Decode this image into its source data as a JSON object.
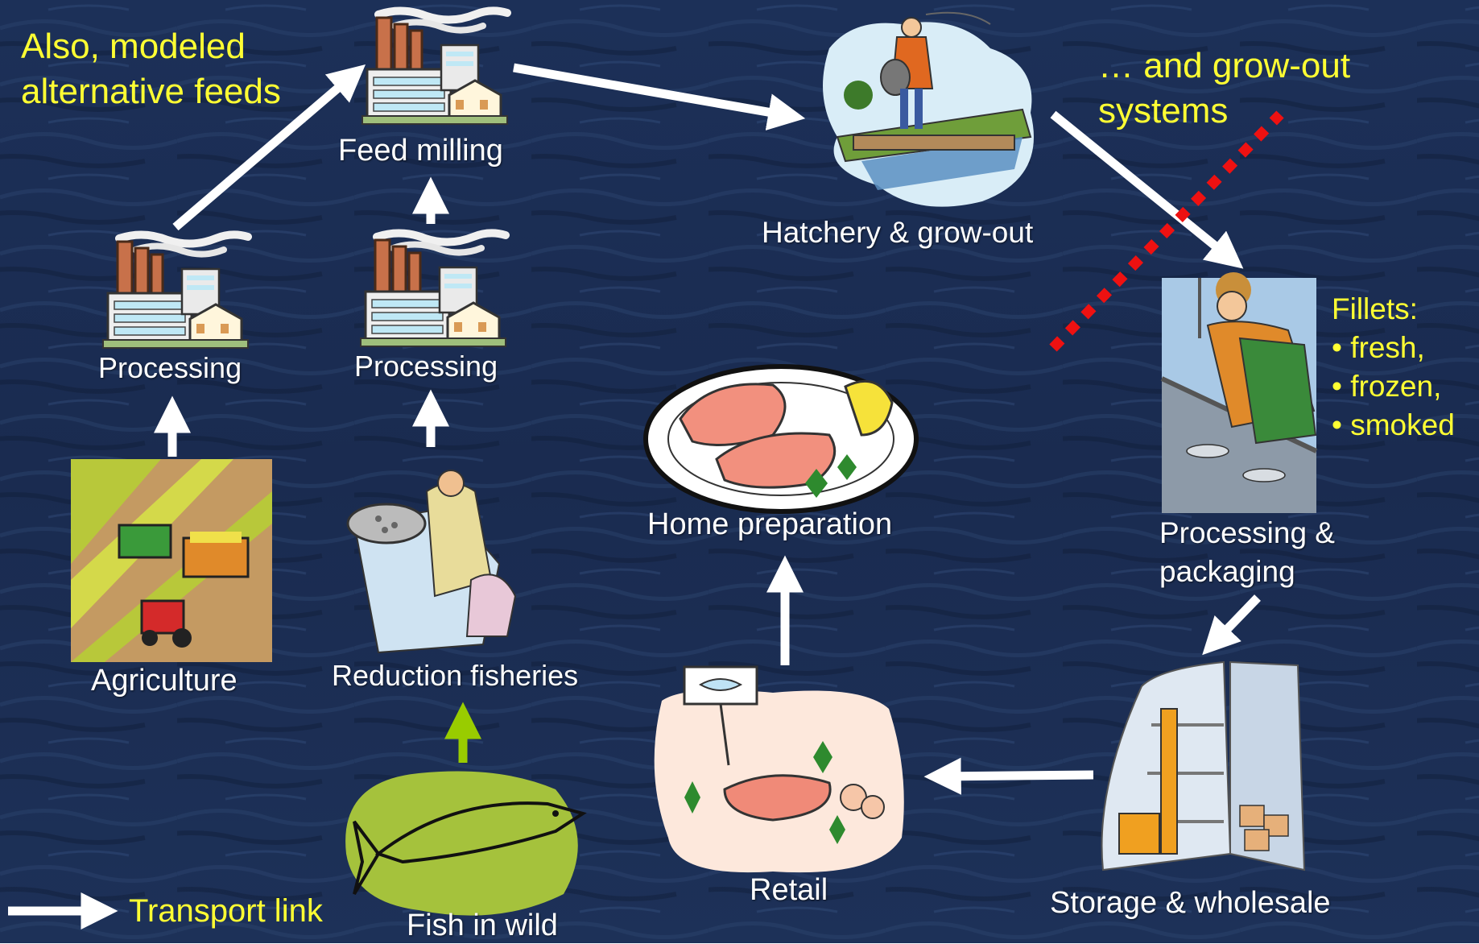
{
  "notes": {
    "alt_feeds_line1": "Also, modeled",
    "alt_feeds_line2": "alternative feeds",
    "growout_line1": "… and grow-out",
    "growout_line2": "systems"
  },
  "nodes": {
    "feed_milling": "Feed milling",
    "hatchery": "Hatchery & grow-out",
    "processing_agri": "Processing",
    "processing_fish": "Processing",
    "agriculture": "Agriculture",
    "reduction_fisheries": "Reduction fisheries",
    "fish_in_wild": "Fish in wild",
    "processing_packaging_line1": "Processing &",
    "processing_packaging_line2": "packaging",
    "storage_wholesale": "Storage & wholesale",
    "retail": "Retail",
    "home_preparation": "Home preparation"
  },
  "fillets": {
    "title": "Fillets:",
    "items": [
      "• fresh,",
      "• frozen,",
      "• smoked"
    ]
  },
  "legend": {
    "transport_link": "Transport link"
  },
  "colors": {
    "background": "#1b2c52",
    "note_text": "#ffff33",
    "label_text": "#ffffff",
    "arrow": "#ffffff",
    "wild_fish_arrow": "#99cc00",
    "boundary_line": "#ee1111"
  },
  "icons": {
    "factory": "factory-icon",
    "hatchery": "fish-farmer-icon",
    "agriculture": "harvester-icon",
    "fisheries": "fishing-net-icon",
    "wild_fish": "fish-icon",
    "packaging": "fish-processing-worker-icon",
    "warehouse": "warehouse-icon",
    "retail": "fish-market-icon",
    "home": "salmon-plate-icon"
  }
}
